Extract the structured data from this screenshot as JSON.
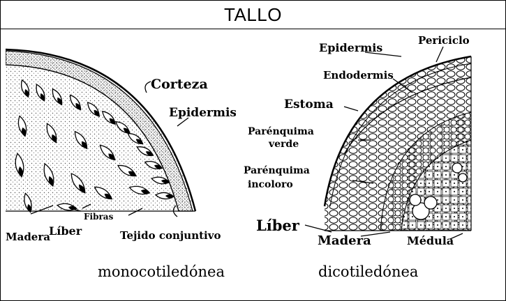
{
  "title": "TALLO",
  "monocot": {
    "labels": {
      "corteza": "Corteza",
      "epidermis": "Epidermis",
      "madera": "Madera",
      "liber": "Líber",
      "fibras": "Fibras",
      "tejido": "Tejido conjuntivo"
    },
    "caption": "monocotiledónea"
  },
  "dicot": {
    "labels": {
      "epidermis": "Epidermis",
      "periciclo": "Periciclo",
      "endodermis": "Endodermis",
      "estoma": "Estoma",
      "parenquima_verde_1": "Parénquima",
      "parenquima_verde_2": "verde",
      "parenquima_incoloro_1": "Parénquima",
      "parenquima_incoloro_2": "incoloro",
      "liber": "Líber",
      "madera": "Madera",
      "medula": "Médula"
    },
    "caption": "dicotiledónea"
  }
}
